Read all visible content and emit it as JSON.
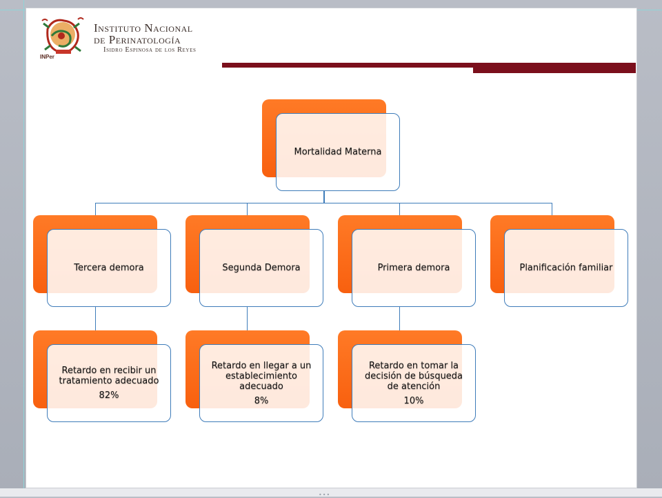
{
  "header": {
    "logo_label": "INPer",
    "institution_line1": "Instituto Nacional",
    "institution_line2": "de Perinatología",
    "institution_line3": "Isidro Espinosa de los Reyes"
  },
  "diagram": {
    "root": {
      "label": "Mortalidad Materna"
    },
    "branches": [
      {
        "label": "Tercera demora",
        "child": {
          "text": "Retardo en recibir un tratamiento adecuado",
          "value": "82%"
        }
      },
      {
        "label": "Segunda Demora",
        "child": {
          "text": "Retardo en llegar a un establecimiento adecuado",
          "value": "8%"
        }
      },
      {
        "label": "Primera demora",
        "child": {
          "text": "Retardo en tomar la decisión de búsqueda de atención",
          "value": "10%"
        }
      },
      {
        "label": "Planificación familiar"
      }
    ]
  },
  "footer": {
    "dots": "•••"
  },
  "colors": {
    "orange": "#ff6a1a",
    "border_blue": "#3d7bb9",
    "header_bar": "#7b0f1c"
  }
}
